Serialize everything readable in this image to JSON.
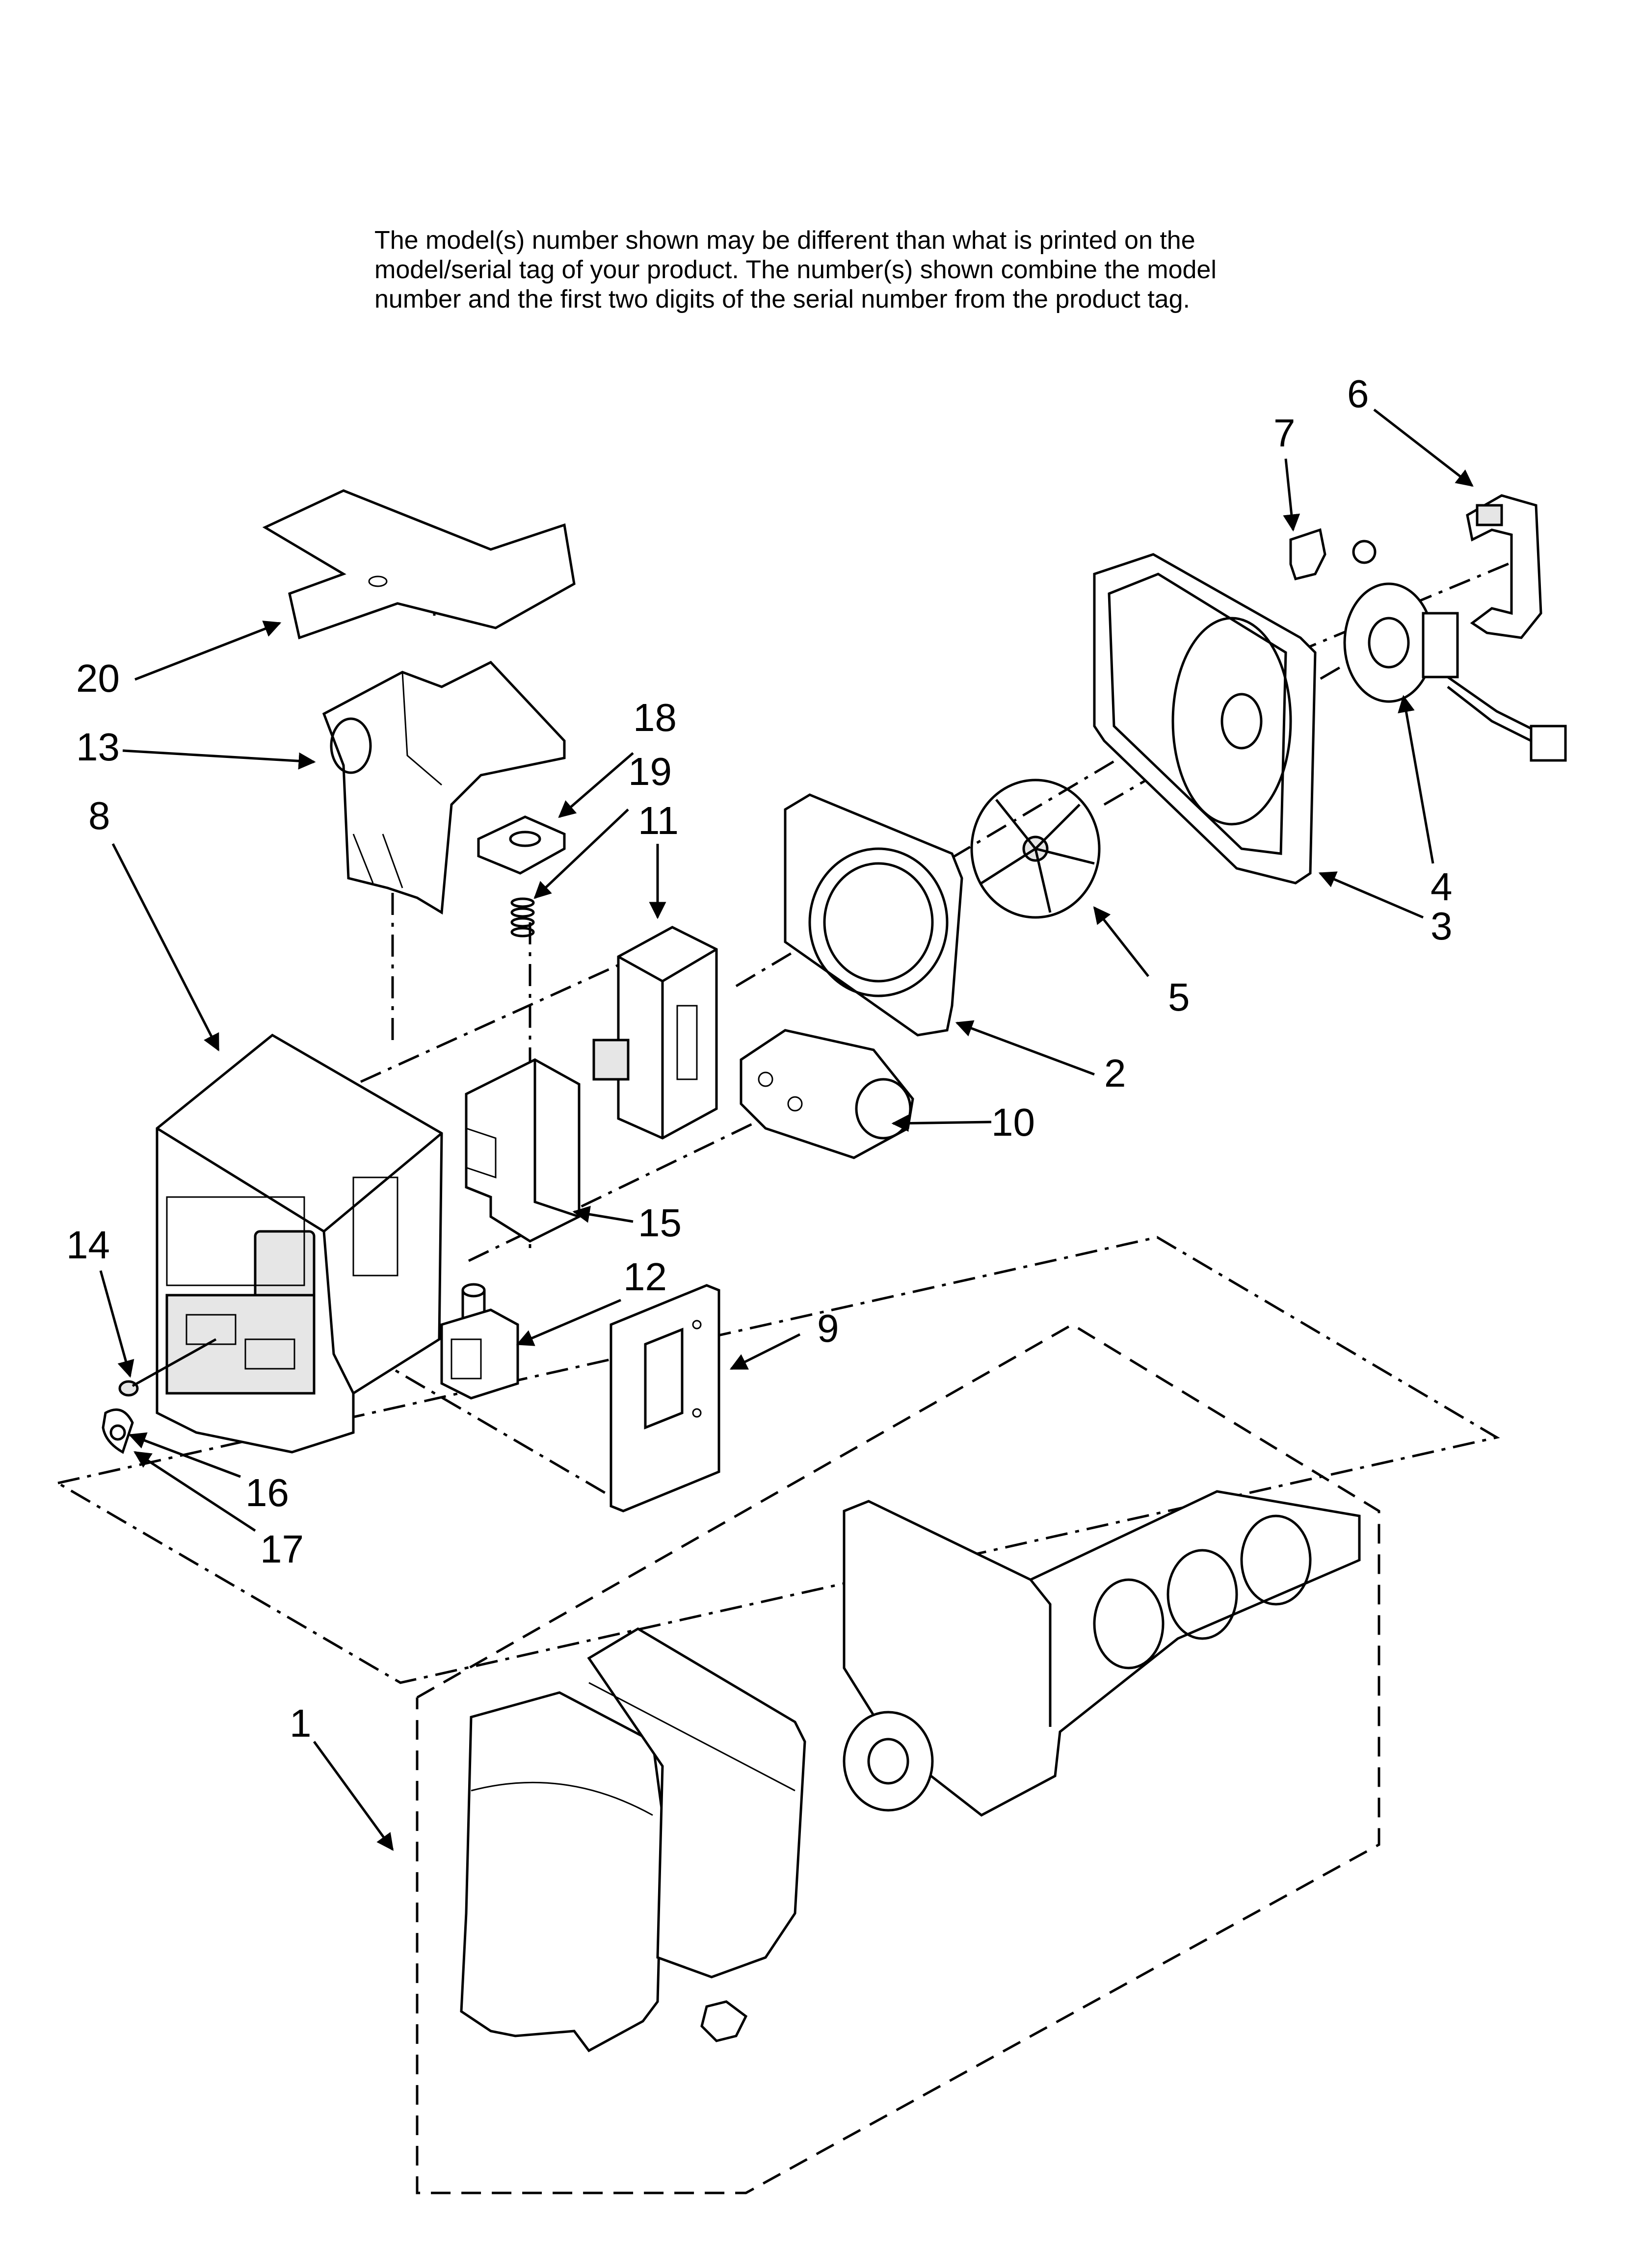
{
  "note": {
    "lines": [
      "The model(s) number shown may be different than what is printed on the",
      "model/serial tag of your product. The number(s) shown combine the model",
      "number and the first two digits of the serial number from the product tag."
    ]
  },
  "callouts": {
    "c1": "1",
    "c2": "2",
    "c3": "3",
    "c4": "4",
    "c5": "5",
    "c6": "6",
    "c7": "7",
    "c8": "8",
    "c9": "9",
    "c10": "10",
    "c11": "11",
    "c12": "12",
    "c13": "13",
    "c14": "14",
    "c15": "15",
    "c16": "16",
    "c17": "17",
    "c18": "18",
    "c19": "19",
    "c20": "20"
  }
}
